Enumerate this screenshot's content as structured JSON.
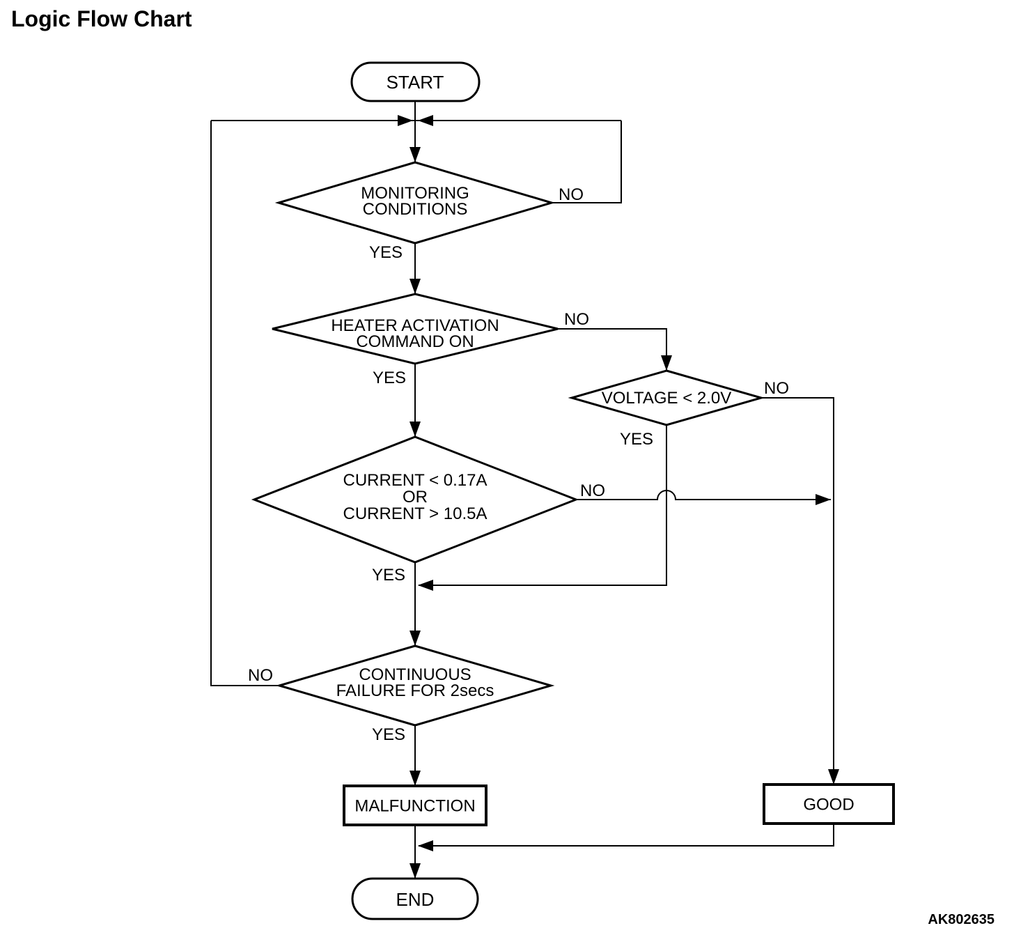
{
  "page": {
    "title": "Logic Flow Chart",
    "figure_code": "AK802635"
  },
  "flowchart": {
    "type": "flowchart",
    "colors": {
      "ink": "#000000",
      "background": "#ffffff"
    },
    "nodes": {
      "start": {
        "type": "terminator",
        "label": "START"
      },
      "monitoring_conditions": {
        "type": "decision",
        "lines": [
          "MONITORING",
          "CONDITIONS"
        ]
      },
      "heater_activation": {
        "type": "decision",
        "lines": [
          "HEATER ACTIVATION",
          "COMMAND ON"
        ]
      },
      "voltage_check": {
        "type": "decision",
        "lines": [
          "VOLTAGE < 2.0V"
        ]
      },
      "current_check": {
        "type": "decision",
        "lines": [
          "CURRENT < 0.17A",
          "OR",
          "CURRENT > 10.5A"
        ]
      },
      "continuous_failure": {
        "type": "decision",
        "lines": [
          "CONTINUOUS",
          "FAILURE FOR 2secs"
        ]
      },
      "malfunction": {
        "type": "process",
        "label": "MALFUNCTION"
      },
      "good": {
        "type": "process",
        "label": "GOOD"
      },
      "end": {
        "type": "terminator",
        "label": "END"
      }
    },
    "edge_labels": {
      "monitoring_no": "NO",
      "monitoring_yes": "YES",
      "heater_no": "NO",
      "heater_yes": "YES",
      "voltage_no": "NO",
      "voltage_yes": "YES",
      "current_no": "NO",
      "current_yes": "YES",
      "continuous_no": "NO",
      "continuous_yes": "YES"
    },
    "edges": [
      {
        "from": "start",
        "to": "monitoring_conditions",
        "label": ""
      },
      {
        "from": "monitoring_conditions",
        "to": "heater_activation",
        "label": "YES"
      },
      {
        "from": "monitoring_conditions",
        "to": "monitoring_conditions",
        "label": "NO"
      },
      {
        "from": "heater_activation",
        "to": "current_check",
        "label": "YES"
      },
      {
        "from": "heater_activation",
        "to": "voltage_check",
        "label": "NO"
      },
      {
        "from": "voltage_check",
        "to": "continuous_failure",
        "label": "YES"
      },
      {
        "from": "voltage_check",
        "to": "good",
        "label": "NO"
      },
      {
        "from": "current_check",
        "to": "continuous_failure",
        "label": "YES"
      },
      {
        "from": "current_check",
        "to": "good",
        "label": "NO"
      },
      {
        "from": "continuous_failure",
        "to": "malfunction",
        "label": "YES"
      },
      {
        "from": "continuous_failure",
        "to": "monitoring_conditions",
        "label": "NO"
      },
      {
        "from": "malfunction",
        "to": "end",
        "label": ""
      },
      {
        "from": "good",
        "to": "end",
        "label": ""
      }
    ]
  }
}
